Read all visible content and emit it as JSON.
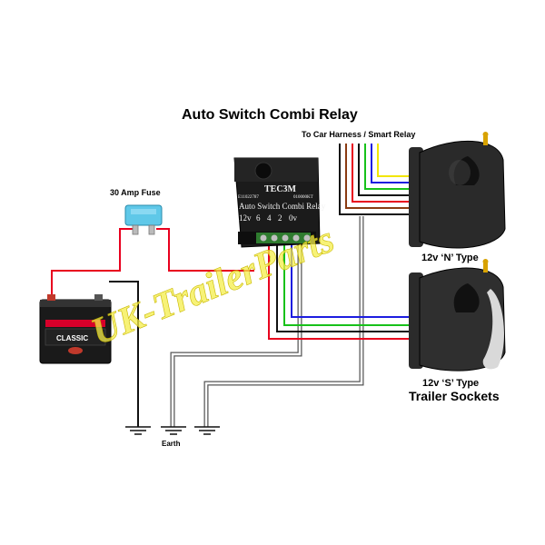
{
  "title": "Auto Switch Combi Relay",
  "labels": {
    "car_harness": "To Car Harness / Smart Relay",
    "fuse": "30 Amp Fuse",
    "n_type": "12v ‘N’ Type",
    "s_type": "12v ‘S’ Type",
    "trailer_sockets": "Trailer Sockets",
    "earth": "Earth"
  },
  "relay": {
    "brand": "TEC3M",
    "serial": "E11022787",
    "code": "010000KT",
    "name": "Auto Switch Combi Relay",
    "terminals": [
      "12v",
      "6",
      "4",
      "2",
      "0v"
    ]
  },
  "battery": {
    "brand": "CLASSIC"
  },
  "watermark": "UK-TrailerParts",
  "colors": {
    "power": "#e8001e",
    "earth": "#111111",
    "white_wire": "#ffffff",
    "green_wire": "#17c11a",
    "blue_wire": "#1c1ce0",
    "yellow_wire": "#f2e600",
    "brown_wire": "#8a3b12",
    "fuse": "#5fc8e8",
    "watermark": "#f4ee4a"
  }
}
